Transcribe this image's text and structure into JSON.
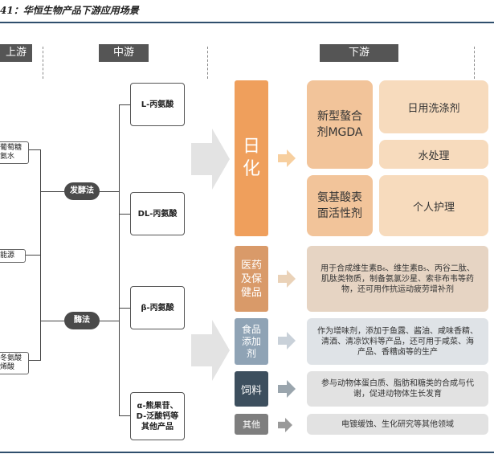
{
  "title": "41：华恒生物产品下游应用场景",
  "stages": {
    "upstream": "上游",
    "midstream": "中游",
    "downstream": "下游"
  },
  "upstream_items": {
    "glucose": [
      "葡萄糖",
      "氨水"
    ],
    "energy": "能源",
    "aspartate": [
      "冬氨酸",
      "烯酸"
    ]
  },
  "processes": {
    "fermentation": "发酵法",
    "enzyme": "酶法"
  },
  "products": {
    "l_ala": "L-丙氨酸",
    "dl_ala": "DL-丙氨酸",
    "beta_ala": "β-丙氨酸",
    "other": [
      "α-熊果苷、",
      "D-泛酸钙等",
      "其他产品"
    ]
  },
  "categories": {
    "daily": [
      "日",
      "化"
    ],
    "medical": [
      "医药",
      "及保",
      "健品"
    ],
    "food": [
      "食品",
      "添加",
      "剂"
    ],
    "feed": "饲料",
    "other": "其他"
  },
  "daily_chem": {
    "mgda": [
      "新型螯合",
      "剂MGDA"
    ],
    "amino": [
      "氨基酸表",
      "面活性剂"
    ],
    "detergent": "日用洗涤剂",
    "water": "水处理",
    "personal": "个人护理"
  },
  "descriptions": {
    "medical": [
      "用于合成维生素B₆、维生素B₅、丙谷二肽、",
      "肌肽类物质，制备氨氯沙星、索非布韦等药",
      "物，还可用作抗运动疲劳增补剂"
    ],
    "food": [
      "作为增味剂，添加于鱼露、酱油、咸味香精、",
      "清酒、清凉饮料等产品，还可用于咸菜、海",
      "产品、香糟卤等的生产"
    ],
    "feed": [
      "参与动物体蛋白质、脂肪和糖类的合成与代",
      "谢，促进动物体生长发育"
    ],
    "other": "电镀缓蚀、生化研究等其他领域"
  },
  "colors": {
    "daily": "#ef9f5c",
    "medical": "#d99a69",
    "food": "#8fa3b5",
    "feed": "#3d4f5e",
    "other": "#7e7e7e",
    "medical_desc": "#e6d4c3",
    "food_desc": "#dfe3e7",
    "grey_desc": "#e2e2e2"
  }
}
